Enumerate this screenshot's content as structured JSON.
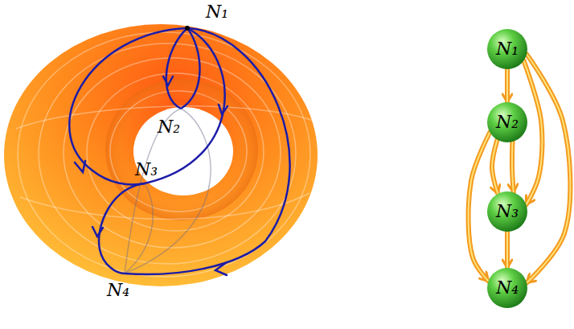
{
  "diagram": {
    "nodes": [
      {
        "text": [
          "N₁"
        ]
      },
      {
        "text": [
          "N₂"
        ]
      },
      {
        "text": [
          "N₃"
        ]
      },
      {
        "text": [
          "N₄"
        ]
      }
    ],
    "edges": [
      {
        "from": 0,
        "to": 1,
        "arrow": "to"
      },
      {
        "from": 0,
        "to": 2,
        "arrow": "to"
      },
      {
        "from": 0,
        "to": 3,
        "arrow": "to"
      },
      {
        "from": 1,
        "to": 2,
        "arrow": "to"
      },
      {
        "from": 1,
        "to": 2,
        "arrow": "to"
      },
      {
        "from": 1,
        "to": 3,
        "arrow": "to"
      },
      {
        "from": 2,
        "to": 3,
        "arrow": "to"
      }
    ],
    "labels": [
      "N₁",
      "N₂",
      "N₃",
      "N₄"
    ]
  }
}
